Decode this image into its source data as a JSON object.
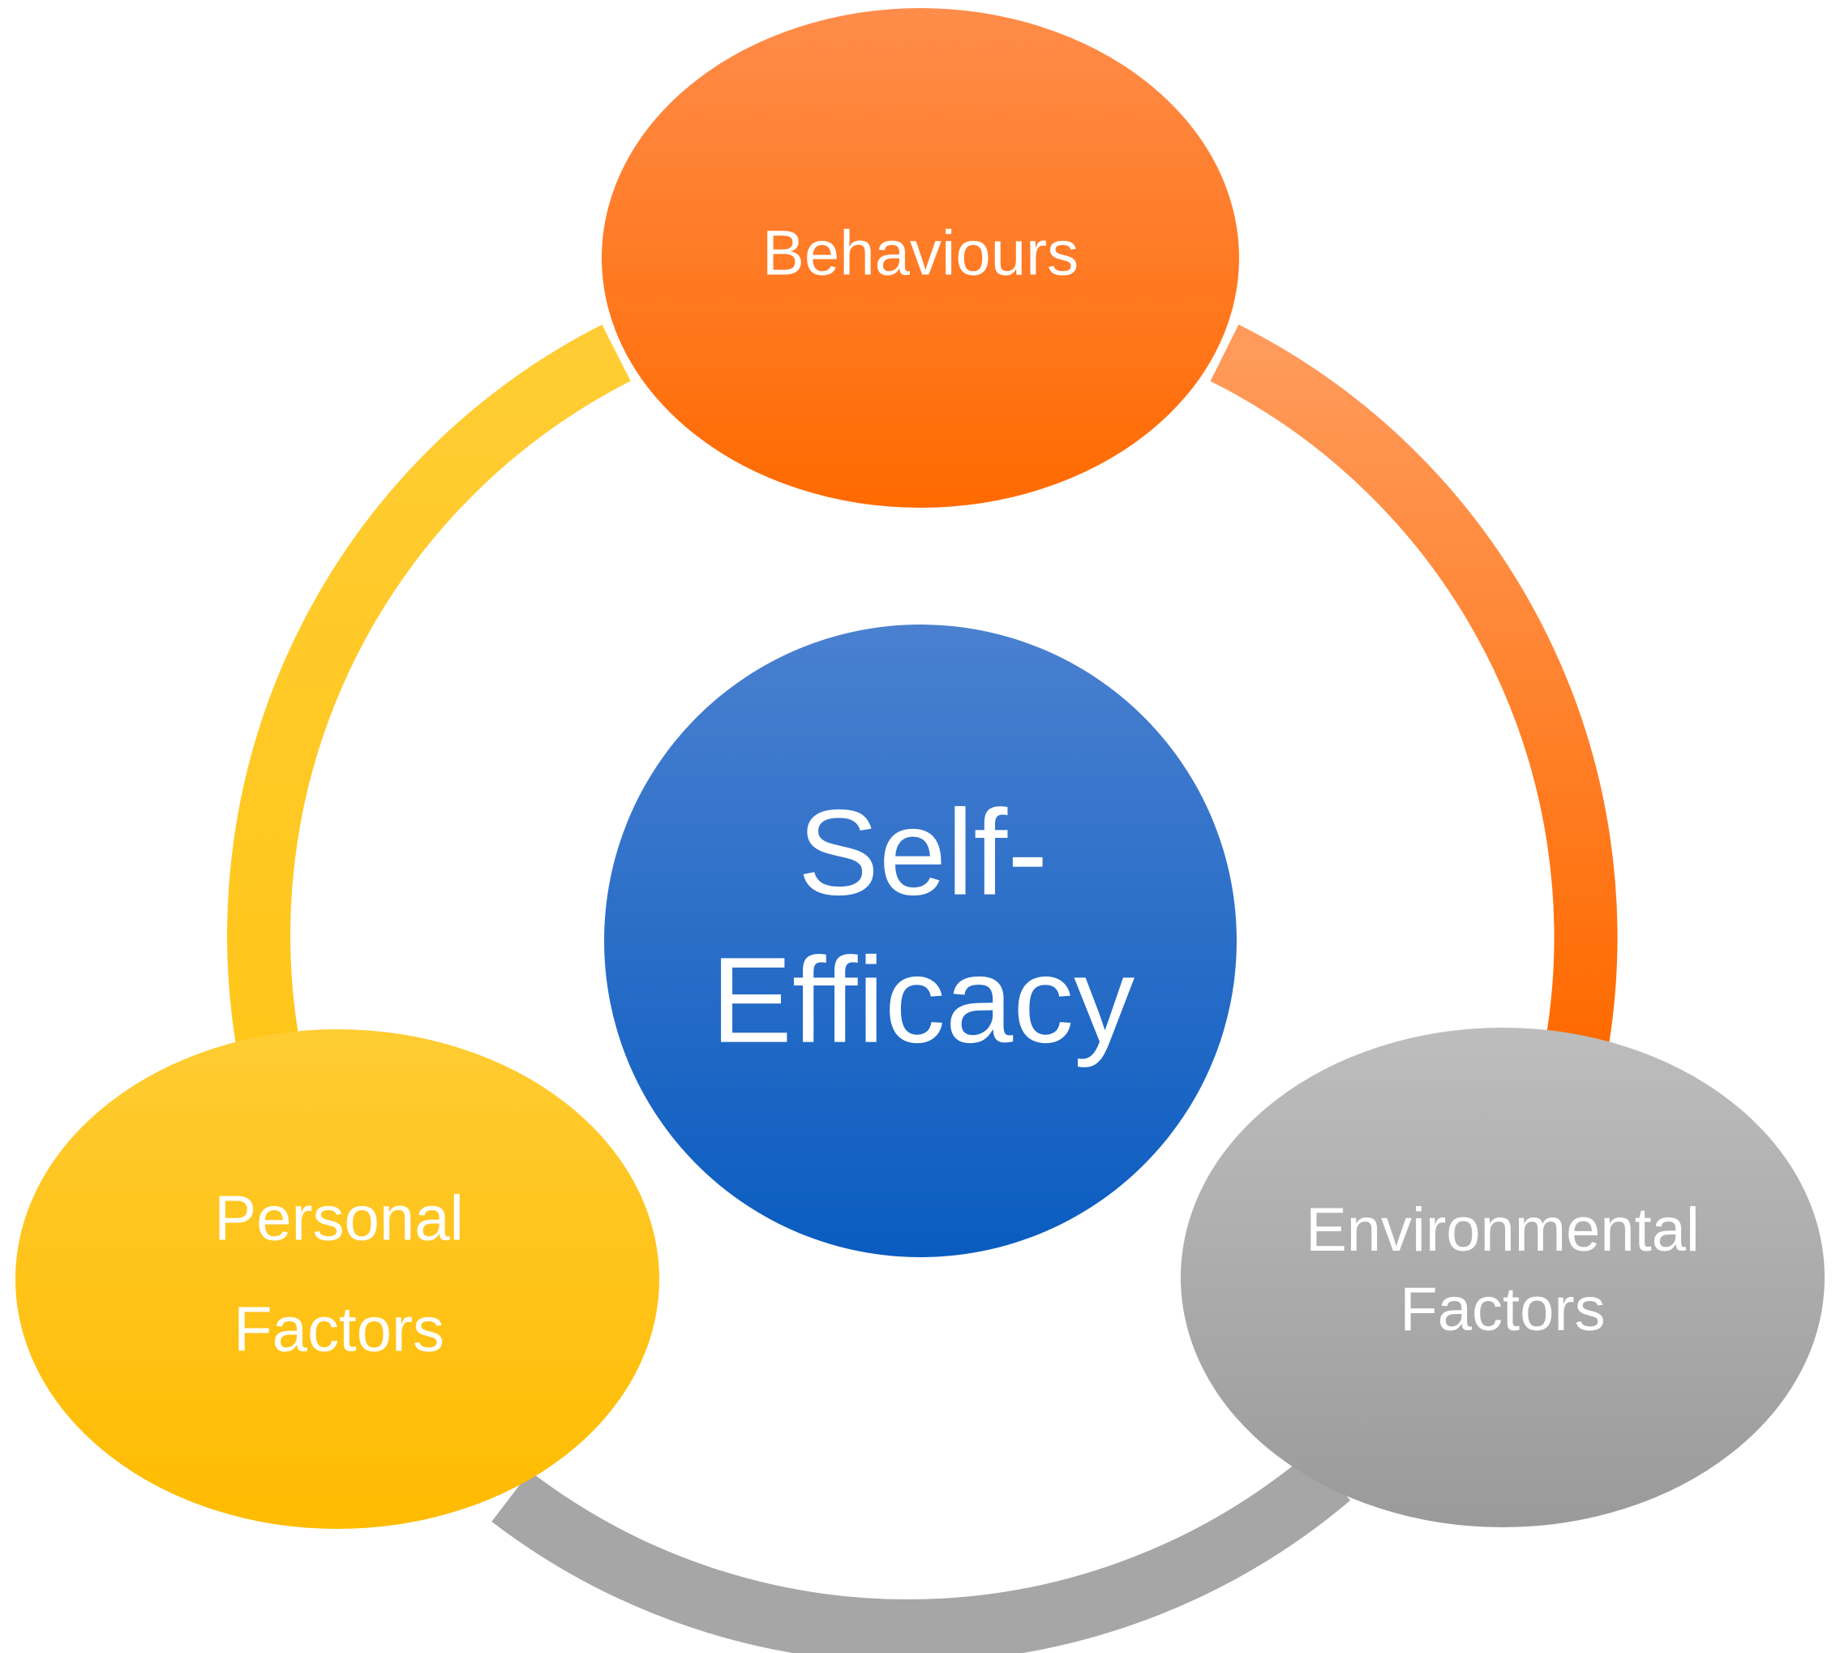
{
  "center": {
    "line1": "Self-",
    "line2": "Efficacy",
    "color_top": "#4a80d0",
    "color_bottom": "#0a5cc0"
  },
  "nodes": {
    "behaviours": {
      "label": "Behaviours",
      "color_top": "#ff8c4a",
      "color_bottom": "#ff6a00"
    },
    "personal": {
      "line1": "Personal",
      "line2": "Factors",
      "color_top": "#ffcc33",
      "color_bottom": "#ffbb00"
    },
    "environmental": {
      "line1": "Environmental",
      "line2": "Factors",
      "color_top": "#bdbdbd",
      "color_bottom": "#9a9a9a"
    }
  },
  "connectors": {
    "personal_to_behaviours": {
      "color": "#ffc61a"
    },
    "behaviours_to_environmental": {
      "color": "#ff7a1a"
    },
    "environmental_to_personal": {
      "color": "#a6a6a6"
    }
  }
}
